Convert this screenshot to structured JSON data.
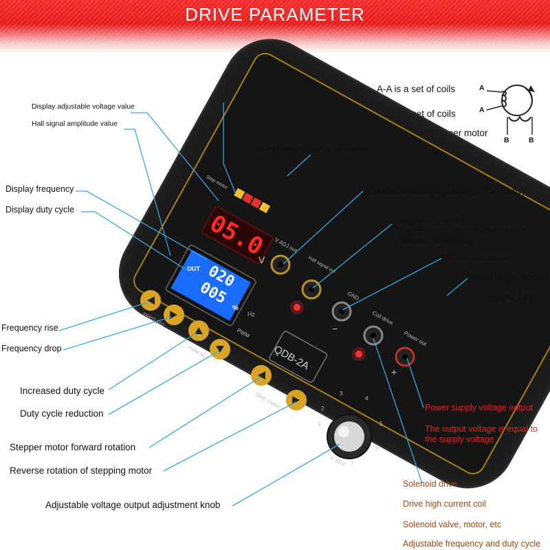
{
  "header": {
    "title": "DRIVE PARAMETER"
  },
  "socket": {
    "pins": [
      "B",
      "A",
      "A",
      "B"
    ]
  },
  "coils": {
    "aa": "A-A is a set of coils",
    "bb": "B-B is a set of coils",
    "motor": "Stepper motor",
    "motor_pins": [
      "A",
      "A",
      "B",
      "B"
    ]
  },
  "labels": {
    "display_voltage": "Display adjustable voltage value",
    "hall_amplitude": "Hall signal amplitude value",
    "socket": "Stepping motor drive socket",
    "display_frequency": "Display frequency",
    "display_duty": "Display duty cycle",
    "adj_voltage_output": "Adjustable voltage output (1.25v-11.5v)",
    "hall_output": "Hall signal output",
    "hall_output_desc": "The frequency, amplitude and duty cycle are adjustable",
    "common_ground": "Common ground wire",
    "power_socket": "Power supply socket",
    "power_range": "12V–24V",
    "freq_rise": "Frequency rise",
    "freq_drop": "Frequency drop",
    "duty_up": "Increased duty cycle",
    "duty_down": "Duty cycle reduction",
    "stepper_forward": "Stepper motor forward rotation",
    "stepper_reverse": "Reverse rotation of stepping motor",
    "adj_knob": "Adjustable voltage output adjustment knob",
    "power_out": "Power supply voltage output",
    "power_out_desc": "The output voltage is equal to the supply voltage",
    "solenoid_drive": "Solenoid drive",
    "solenoid_high_current": "Drive high current coil",
    "solenoid_examples": "Solenoid valve, motor, etc",
    "solenoid_adjustable": "Adjustable frequency and duty cycle"
  },
  "device": {
    "model": "QDB-2A",
    "led_value": "05.0",
    "led_unit": "V",
    "lcd_out": "OUT",
    "lcd_freq": "020",
    "lcd_duty": "005",
    "lcd_hz": "Hz",
    "lcd_pct": "%",
    "silk": {
      "step_motor_top": "Step motor",
      "v_adj_out": "V ADJ out",
      "hall_signal_out": "Hall signal out",
      "gnd": "GND",
      "coil_drive": "Coil drive",
      "power_out": "Power out",
      "freq_adj": "FREQ ADJ",
      "pwm_adj": "PWM ADJ",
      "pwm": "PWM",
      "step_motor": "Step motor",
      "v_adj": "V ADJ",
      "minus": "−",
      "plus": "+"
    },
    "knob_scale": [
      "1",
      "2",
      "3",
      "4",
      "5",
      "6",
      "7"
    ]
  },
  "colors": {
    "banner": "#e61c1c",
    "device_body": "#1b1b1b",
    "panel_trim": "#a8811e",
    "led_red": "#ff2a2a",
    "lcd_blue": "#1a6cff",
    "leader_blue": "#3aa7e0",
    "annotation_red": "#e8211c",
    "annotation_brown": "#9a4a16"
  }
}
